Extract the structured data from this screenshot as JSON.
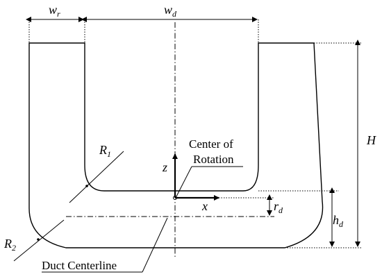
{
  "labels": {
    "wr_main": "w",
    "wr_sub": "r",
    "wd_main": "w",
    "wd_sub": "d",
    "H": "H",
    "R1_main": "R",
    "R1_sub": "1",
    "R2_main": "R",
    "R2_sub": "2",
    "center_line1": "Center of",
    "center_line2": "Rotation",
    "z_axis": "z",
    "x_axis": "x",
    "rd_main": "r",
    "rd_sub": "d",
    "hd_main": "h",
    "hd_sub": "d",
    "duct_centerline": "Duct Centerline"
  }
}
